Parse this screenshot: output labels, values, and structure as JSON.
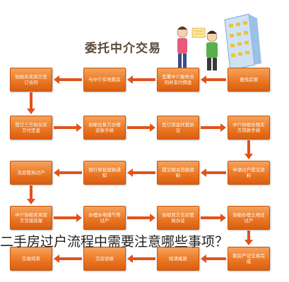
{
  "title": "委托中介交易",
  "steps": [
    {
      "id": "r1c4",
      "text": "查找房源"
    },
    {
      "id": "r1c3",
      "text": "签署中介服务合同并支付佣金"
    },
    {
      "id": "r1c2",
      "text": "与中介实地看房"
    },
    {
      "id": "r1c1",
      "text": "协助买卖双方签订合同"
    },
    {
      "id": "r2c1",
      "text": "签订三方协议买方付定金"
    },
    {
      "id": "r2c2",
      "text": "协助出售方办理还款手续"
    },
    {
      "id": "r2c3",
      "text": "签订资金托管协议"
    },
    {
      "id": "r2c4",
      "text": "中介协助办理买方贷款手续"
    },
    {
      "id": "r3c4",
      "text": "申请过户提交资料"
    },
    {
      "id": "r3c3",
      "text": "提交相关贷款资料"
    },
    {
      "id": "r3c2",
      "text": "银行审批放款通知"
    },
    {
      "id": "r3c1",
      "text": "去房管局过户"
    },
    {
      "id": "r4c1",
      "text": "中介协助买卖双方交接房屋"
    },
    {
      "id": "r4c2",
      "text": "办理水电煤气等过户"
    },
    {
      "id": "r4c3",
      "text": "协助双方去房管局办证"
    },
    {
      "id": "r4c4",
      "text": "协助办理土地证过户"
    },
    {
      "id": "r5c4",
      "text": "取房产证交易完成"
    },
    {
      "id": "r5c3",
      "text": "结清尾款"
    },
    {
      "id": "r5c2",
      "text": "交房验收"
    },
    {
      "id": "r5c1",
      "text": "交易结束"
    }
  ],
  "caption": "二手房过户流程中需要注意哪些事项？",
  "colors": {
    "box": "#ea7420",
    "arrow": "#e0521c",
    "caption": "#1f1f1f"
  }
}
